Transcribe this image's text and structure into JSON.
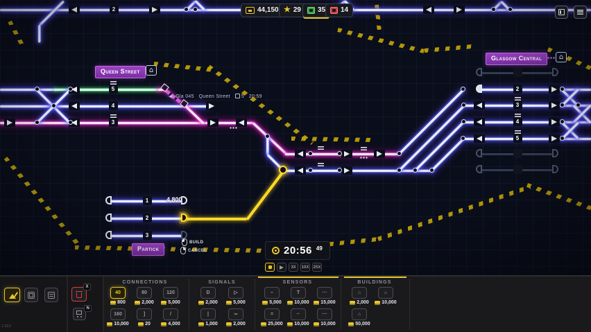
{
  "hud": {
    "money": "44,150",
    "stars": "29",
    "trains_arrived": "35",
    "trains_missed": "14"
  },
  "track_labels": {
    "top_line": "2"
  },
  "stations": {
    "queen_street": {
      "name": "Queen Street",
      "platforms": [
        "5",
        "4",
        "3"
      ]
    },
    "glasgow_central": {
      "name": "Glasgow Central",
      "platforms": [
        "2",
        "3",
        "4",
        "5"
      ]
    },
    "partick": {
      "name": "Partick",
      "platforms": [
        "1",
        "2",
        "3"
      ]
    }
  },
  "train": {
    "direction": "◀",
    "id": "Gla 045",
    "station": "Queen Street",
    "platform": "5",
    "time": "20:59"
  },
  "build_preview": {
    "cost": "4,800",
    "build_label": "BUILD",
    "cancel_label": "CANCEL"
  },
  "clock": {
    "time": "20:56",
    "seconds": "49"
  },
  "speed": {
    "labels": [
      "3X",
      "10X",
      "25X"
    ]
  },
  "toolbar": {
    "sections": [
      {
        "title": "Connections",
        "items": [
          {
            "icon": "track-40",
            "glyph": "40",
            "price": "800",
            "selected": true
          },
          {
            "icon": "track-80",
            "glyph": "80",
            "price": "2,000"
          },
          {
            "icon": "track-120",
            "glyph": "120",
            "price": "5,000"
          },
          {
            "icon": "track-160",
            "glyph": "160",
            "price": "10,000"
          },
          {
            "icon": "bumper",
            "glyph": "]",
            "price": "20"
          },
          {
            "icon": "curve",
            "glyph": "/",
            "price": "4,000"
          }
        ]
      },
      {
        "title": "Signals",
        "items": [
          {
            "icon": "signal",
            "glyph": "D",
            "price": "2,000"
          },
          {
            "icon": "auto-signal",
            "glyph": "▷",
            "price": "5,000"
          },
          {
            "icon": "gate",
            "glyph": "|",
            "price": "1,000"
          },
          {
            "icon": "loop",
            "glyph": "∞",
            "price": "2,000"
          }
        ]
      },
      {
        "title": "Sensors",
        "items": [
          {
            "icon": "sensor",
            "glyph": "–",
            "price": "5,000"
          },
          {
            "icon": "timer-sensor",
            "glyph": "T",
            "price": "10,000"
          },
          {
            "icon": "chain-sensor",
            "glyph": "···",
            "price": "15,000"
          },
          {
            "icon": "double-sensor",
            "glyph": "=",
            "price": "25,000"
          },
          {
            "icon": "dual-sensor",
            "glyph": "··",
            "price": "10,000"
          },
          {
            "icon": "triple-sensor",
            "glyph": "···",
            "price": "10,000"
          }
        ]
      },
      {
        "title": "Buildings",
        "items": [
          {
            "icon": "station-small",
            "glyph": "⌂",
            "price": "2,000"
          },
          {
            "icon": "station-large",
            "glyph": "⌂",
            "price": "10,000"
          },
          {
            "icon": "depot",
            "glyph": "⌂",
            "price": "50,000"
          }
        ]
      }
    ],
    "keys": {
      "delete": "X",
      "shop": "N"
    }
  },
  "icons": {
    "money": "wallet-card",
    "score": "star",
    "arrived": "train-front-green",
    "missed": "train-front-red",
    "station": "house",
    "clock": "target-circle",
    "pause": "square",
    "play": "triangle-right",
    "window": "panel",
    "menu": "hamburger",
    "builder": "construction",
    "upgrades": "chip",
    "contracts": "list",
    "delete": "trash",
    "shop": "cart",
    "build_click": "mouse-left",
    "cancel_click": "mouse-right"
  },
  "colors": {
    "accent": "#e7c530",
    "route_set": "#d944cf",
    "track": "#5a6cff",
    "building_track": "#ffd826",
    "station_badge": "#8b34ae",
    "ok": "#38a83e",
    "bad": "#d23b3b"
  },
  "version": "1.19.2"
}
